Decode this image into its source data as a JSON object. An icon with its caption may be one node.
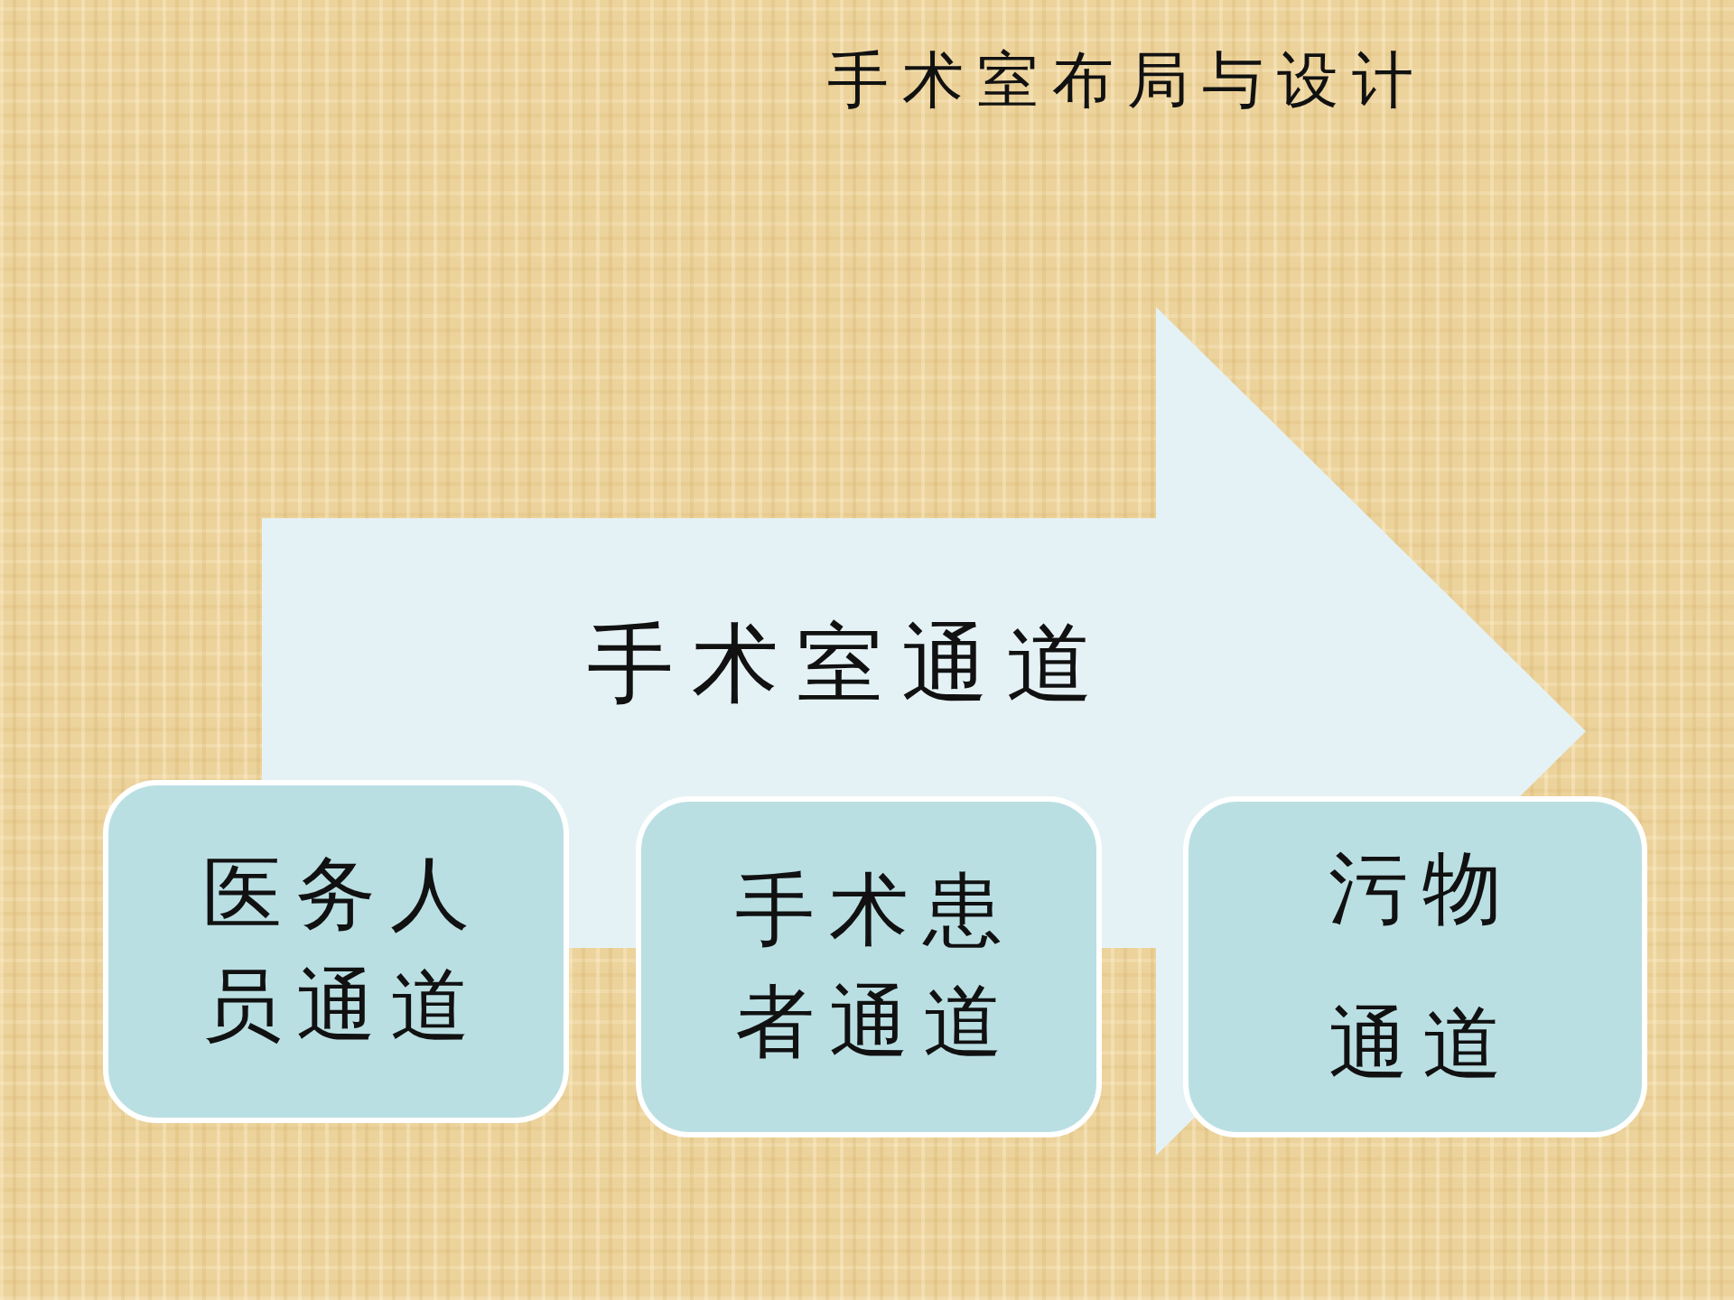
{
  "diagram": {
    "title": "手术室布局与设计",
    "nodes": [
      {
        "text": [
          "手术室通道"
        ]
      },
      {
        "text": [
          "医务人员通道"
        ]
      },
      {
        "text": [
          "手术患者通道"
        ]
      },
      {
        "text": [
          "污物通道"
        ]
      }
    ]
  }
}
